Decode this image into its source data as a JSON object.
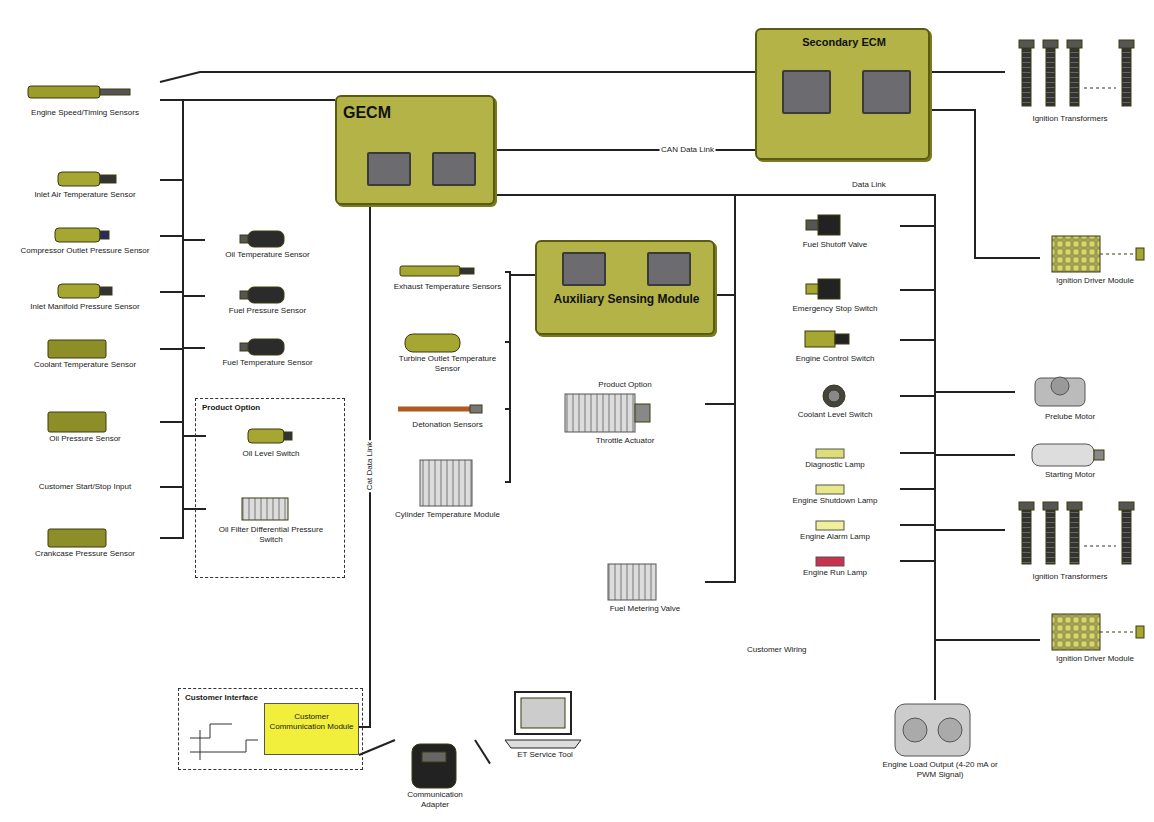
{
  "diagram": {
    "nodes": [
      {
        "text": [
          "GECM"
        ]
      },
      {
        "text": [
          "Secondary ECM"
        ]
      },
      {
        "text": [
          "Auxiliary Sensing Module"
        ]
      },
      {
        "text": [
          "Engine Speed/Timing Sensors"
        ]
      },
      {
        "text": [
          "Inlet Air Temperature Sensor"
        ]
      },
      {
        "text": [
          "Compressor Outlet Pressure Sensor"
        ]
      },
      {
        "text": [
          "Inlet Manifold Pressure Sensor"
        ]
      },
      {
        "text": [
          "Coolant Temperature Sensor"
        ]
      },
      {
        "text": [
          "Oil Pressure Sensor"
        ]
      },
      {
        "text": [
          "Customer Start/Stop Input"
        ]
      },
      {
        "text": [
          "Crankcase Pressure Sensor"
        ]
      },
      {
        "text": [
          "Oil Temperature Sensor"
        ]
      },
      {
        "text": [
          "Fuel Pressure Sensor"
        ]
      },
      {
        "text": [
          "Fuel Temperature Sensor"
        ]
      },
      {
        "text": [
          "Product Option"
        ]
      },
      {
        "text": [
          "Oil Level Switch"
        ],
        "in": 14
      },
      {
        "text": [
          "Oil Filter Differential Pressure Switch"
        ],
        "in": 14
      },
      {
        "text": [
          "Exhaust Temperature Sensors"
        ]
      },
      {
        "text": [
          "Turbine Outlet Temperature Sensor"
        ]
      },
      {
        "text": [
          "Detonation Sensors"
        ]
      },
      {
        "text": [
          "Cylinder Temperature Module"
        ]
      },
      {
        "text": [
          "Product Option",
          "Throttle Actuator"
        ]
      },
      {
        "text": [
          "Fuel Metering Valve"
        ]
      },
      {
        "text": [
          "Fuel Shutoff Valve"
        ]
      },
      {
        "text": [
          "Emergency Stop Switch"
        ]
      },
      {
        "text": [
          "Engine Control Switch"
        ]
      },
      {
        "text": [
          "Prelube Motor"
        ]
      },
      {
        "text": [
          "Coolant Level Switch"
        ]
      },
      {
        "text": [
          "Starting Motor"
        ]
      },
      {
        "text": [
          "Diagnostic Lamp"
        ]
      },
      {
        "text": [
          "Engine Shutdown Lamp"
        ]
      },
      {
        "text": [
          "Engine Alarm Lamp"
        ]
      },
      {
        "text": [
          "Engine Run Lamp"
        ]
      },
      {
        "text": [
          "Ignition Transformers"
        ]
      },
      {
        "text": [
          "Ignition Driver Module"
        ]
      },
      {
        "text": [
          "Ignition Transformers"
        ]
      },
      {
        "text": [
          "Ignition Driver Module"
        ]
      },
      {
        "text": [
          "Engine Load Output (4-20 mA or PWM Signal)"
        ]
      },
      {
        "text": [
          "Customer Interface"
        ]
      },
      {
        "text": [
          "Customer Communication Module"
        ],
        "in": 38
      },
      {
        "text": [
          "Communication Adapter"
        ]
      },
      {
        "text": [
          "ET Service Tool"
        ]
      }
    ],
    "edges": [
      {
        "from": 3,
        "to": 0,
        "arrow": "none"
      },
      {
        "from": 3,
        "to": 1,
        "arrow": "none"
      },
      {
        "from": 4,
        "to": 0,
        "arrow": "none"
      },
      {
        "from": 5,
        "to": 0,
        "arrow": "none"
      },
      {
        "from": 6,
        "to": 0,
        "arrow": "none"
      },
      {
        "from": 7,
        "to": 0,
        "arrow": "none"
      },
      {
        "from": 8,
        "to": 0,
        "arrow": "none"
      },
      {
        "from": 9,
        "to": 0,
        "arrow": "none"
      },
      {
        "from": 10,
        "to": 0,
        "arrow": "none"
      },
      {
        "from": 11,
        "to": 0,
        "arrow": "none"
      },
      {
        "from": 12,
        "to": 0,
        "arrow": "none"
      },
      {
        "from": 13,
        "to": 0,
        "arrow": "none"
      },
      {
        "from": 15,
        "to": 0,
        "arrow": "none"
      },
      {
        "from": 16,
        "to": 0,
        "arrow": "none"
      },
      {
        "from": 0,
        "to": 1,
        "label": "CAN Data Link",
        "arrow": "none"
      },
      {
        "from": 0,
        "to": 2,
        "arrow": "none"
      },
      {
        "from": 17,
        "to": 2,
        "arrow": "none"
      },
      {
        "from": 18,
        "to": 2,
        "arrow": "none"
      },
      {
        "from": 19,
        "to": 2,
        "arrow": "none"
      },
      {
        "from": 20,
        "to": 2,
        "arrow": "none"
      },
      {
        "from": 21,
        "to": 0,
        "arrow": "none"
      },
      {
        "from": 22,
        "to": 0,
        "arrow": "none"
      },
      {
        "from": 23,
        "to": 0,
        "arrow": "none"
      },
      {
        "from": 24,
        "to": 0,
        "arrow": "none"
      },
      {
        "from": 25,
        "to": 0,
        "arrow": "none"
      },
      {
        "from": 26,
        "to": 0,
        "arrow": "none"
      },
      {
        "from": 27,
        "to": 0,
        "arrow": "none"
      },
      {
        "from": 28,
        "to": 0,
        "arrow": "none"
      },
      {
        "from": 29,
        "to": 0,
        "arrow": "none"
      },
      {
        "from": 30,
        "to": 0,
        "arrow": "none"
      },
      {
        "from": 31,
        "to": 0,
        "arrow": "none"
      },
      {
        "from": 32,
        "to": 0,
        "arrow": "none"
      },
      {
        "from": 1,
        "to": 33,
        "arrow": "none"
      },
      {
        "from": 1,
        "to": 34,
        "arrow": "none"
      },
      {
        "from": 0,
        "to": 35,
        "arrow": "none"
      },
      {
        "from": 0,
        "to": 36,
        "arrow": "none"
      },
      {
        "from": 37,
        "to": 0,
        "arrow": "none"
      },
      {
        "from": 0,
        "to": 39,
        "label": "Cat Data Link",
        "arrow": "none"
      },
      {
        "from": 39,
        "to": 40,
        "arrow": "none"
      },
      {
        "from": 40,
        "to": 41,
        "arrow": "none"
      }
    ],
    "labels": [
      "Data Link",
      "Customer Wiring"
    ]
  }
}
